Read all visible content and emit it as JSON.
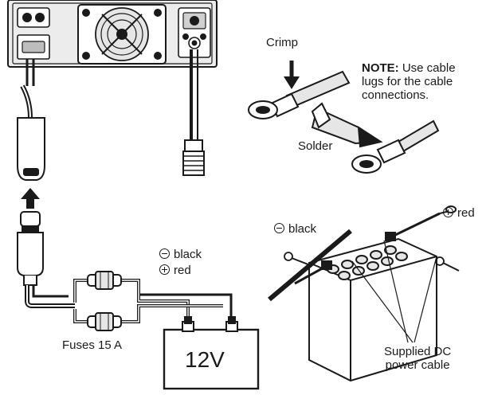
{
  "labels": {
    "crimp": "Crimp",
    "note_key": "NOTE:",
    "note_line1": " Use cable",
    "note_line2": "lugs for the cable",
    "note_line3": "connections.",
    "solder": "Solder",
    "black_right": "black",
    "red_right": "red",
    "black_left": "black",
    "red_left": "red",
    "fuses": "Fuses 15 A",
    "battery_voltage": "12V",
    "supplied_line1": "Supplied DC",
    "supplied_line2": "power cable"
  },
  "colors": {
    "ink": "#1a1a1a",
    "paper": "#ffffff",
    "light_fill": "#e6e6e6",
    "mid_fill": "#bdbdbd"
  },
  "icons": {
    "minus_symbol": "circled-minus-icon",
    "plus_symbol": "circled-plus-icon"
  }
}
